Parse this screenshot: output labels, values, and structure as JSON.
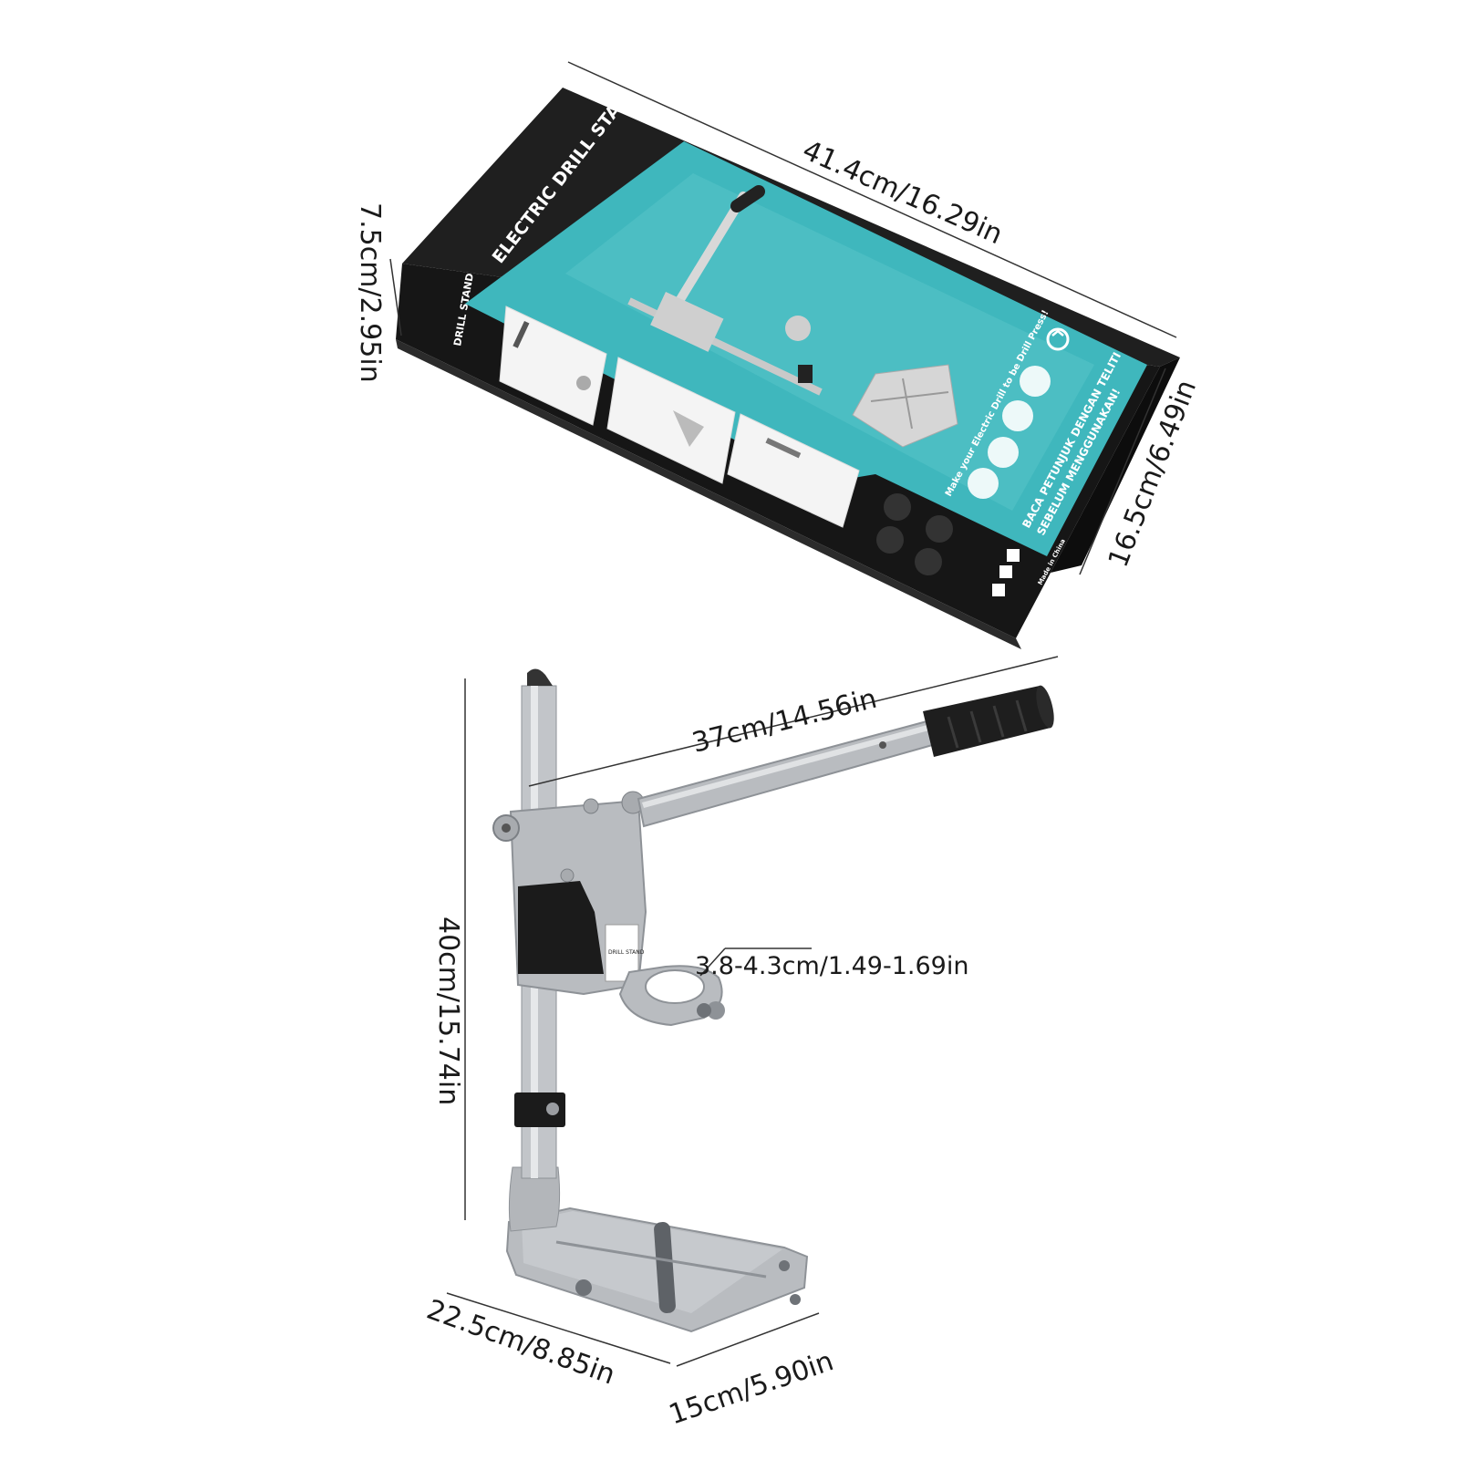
{
  "box": {
    "title": "ELECTRIC DRILL STAND",
    "side_title": "DRILL STAND",
    "tagline": "Make your Electric Drill to be Drill Press!",
    "notice_line1": "BACA PETUNJUK DENGAN TELITI",
    "notice_line2": "SEBELUM MENGGUNAKAN!",
    "made_in": "Made in China",
    "colors": {
      "teal": "#3fb7bd",
      "black": "#141414",
      "panel": "#ffffff"
    }
  },
  "dimensions": {
    "box_length": "41.4cm/16.29in",
    "box_height": "7.5cm/2.95in",
    "box_width": "16.5cm/6.49in",
    "arm_length": "37cm/14.56in",
    "stand_height": "40cm/15.74in",
    "clamp_diameter": "3.8-4.3cm/1.49-1.69in",
    "base_depth": "22.5cm/8.85in",
    "base_width": "15cm/5.90in"
  },
  "stand": {
    "label_line": "DRILL STAND",
    "colors": {
      "metal": "#b9bcc0",
      "metal_dark": "#8e9297",
      "handle": "#1e1e1e",
      "bracket": "#1b1b1b"
    }
  }
}
